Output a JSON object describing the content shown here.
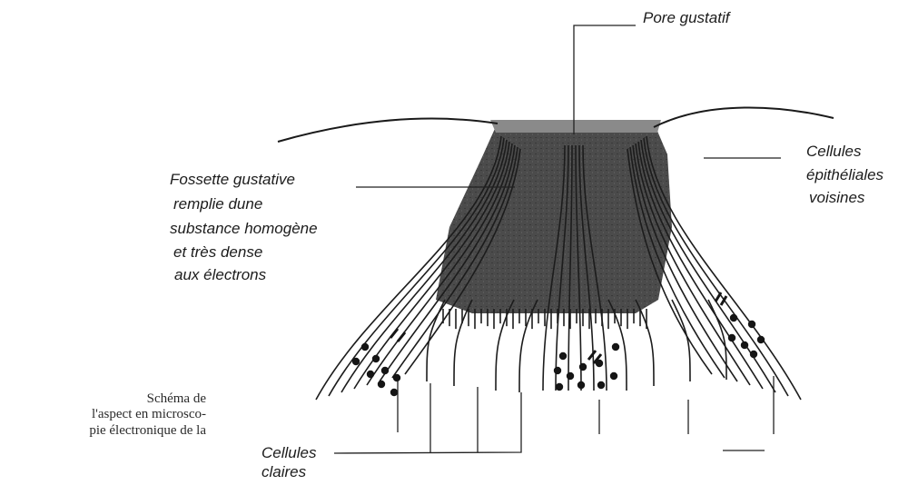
{
  "labels": {
    "pore": "Pore gustatif",
    "epithelial_line1": "Cellules",
    "epithelial_line2": "épithéliales",
    "epithelial_line3": "voisines",
    "fossette_line1": "Fossette gustative",
    "fossette_line2": "remplie dune",
    "fossette_line3": "substance homogène",
    "fossette_line4": "et très dense",
    "fossette_line5": "aux électrons",
    "claires_line1": "Cellules",
    "claires_line2": "claires"
  },
  "caption": {
    "line1": "Schéma de",
    "line2": "l'aspect en microsco-",
    "line3": "pie électronique de la"
  },
  "colors": {
    "ink": "#1a1a1a",
    "dense_substance": "#4a4a4a",
    "background": "#ffffff"
  }
}
